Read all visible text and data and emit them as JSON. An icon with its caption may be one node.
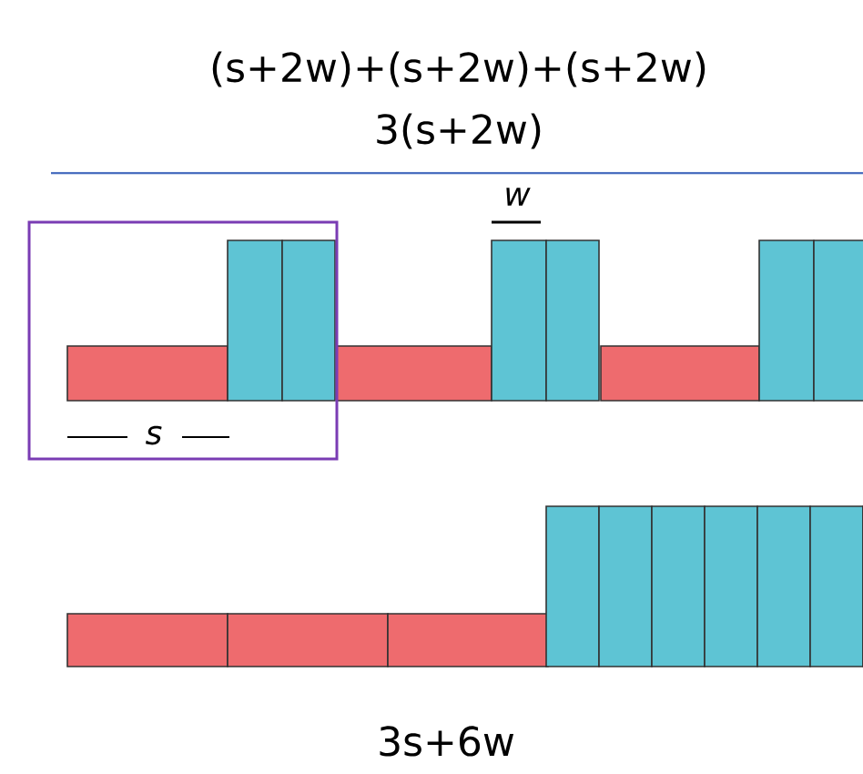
{
  "diagram": {
    "title": "(s+2w)+(s+2w)+(s+2w)",
    "nodes": [
      {
        "text": [
          "s"
        ]
      }
    ],
    "labels": [
      "3(s+2w)",
      "w",
      "3s+6w"
    ]
  }
}
